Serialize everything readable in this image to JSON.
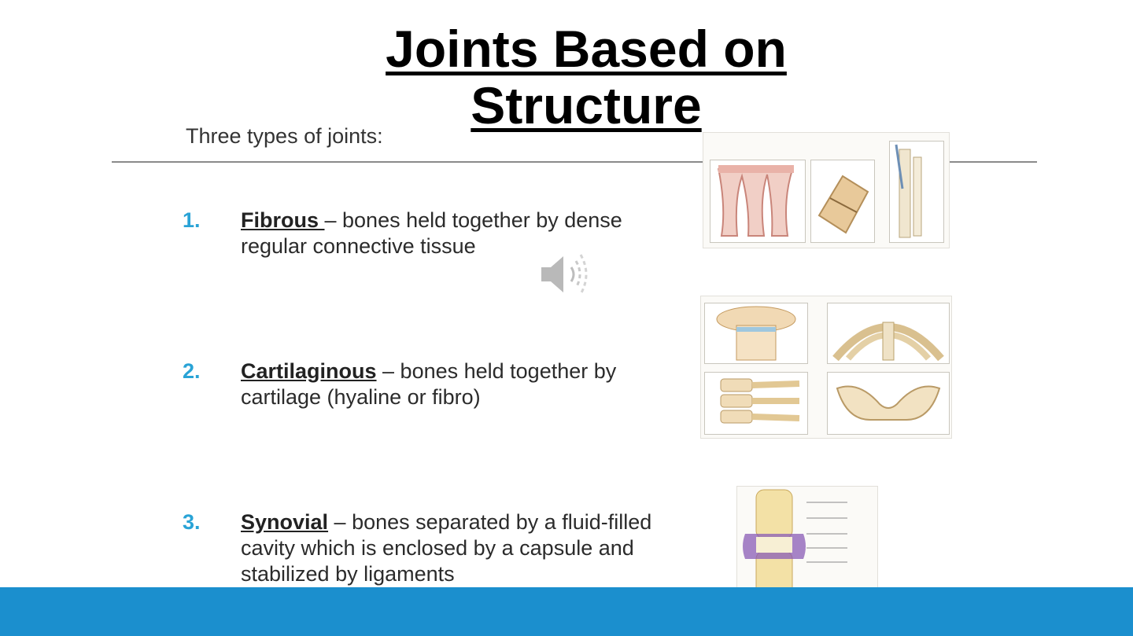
{
  "slide": {
    "title_line1": "Joints Based on",
    "title_line2": "Structure",
    "subtitle": "Three types of joints:",
    "items": [
      {
        "number": "1.",
        "term": "Fibrous ",
        "description": " – bones held together by dense regular connective tissue"
      },
      {
        "number": "2.",
        "term": "Cartilaginous",
        "description": " – bones held together by cartilage  (hyaline or fibro)"
      },
      {
        "number": "3.",
        "term": "Synovial",
        "description": " – bones separated by a fluid-filled cavity which is enclosed by a capsule and stabilized by ligaments"
      }
    ],
    "icons": {
      "audio": "speaker-icon"
    },
    "colors": {
      "accent": "#29a3d6",
      "footer": "#1b8fce",
      "rule": "#8a8a8a"
    }
  }
}
